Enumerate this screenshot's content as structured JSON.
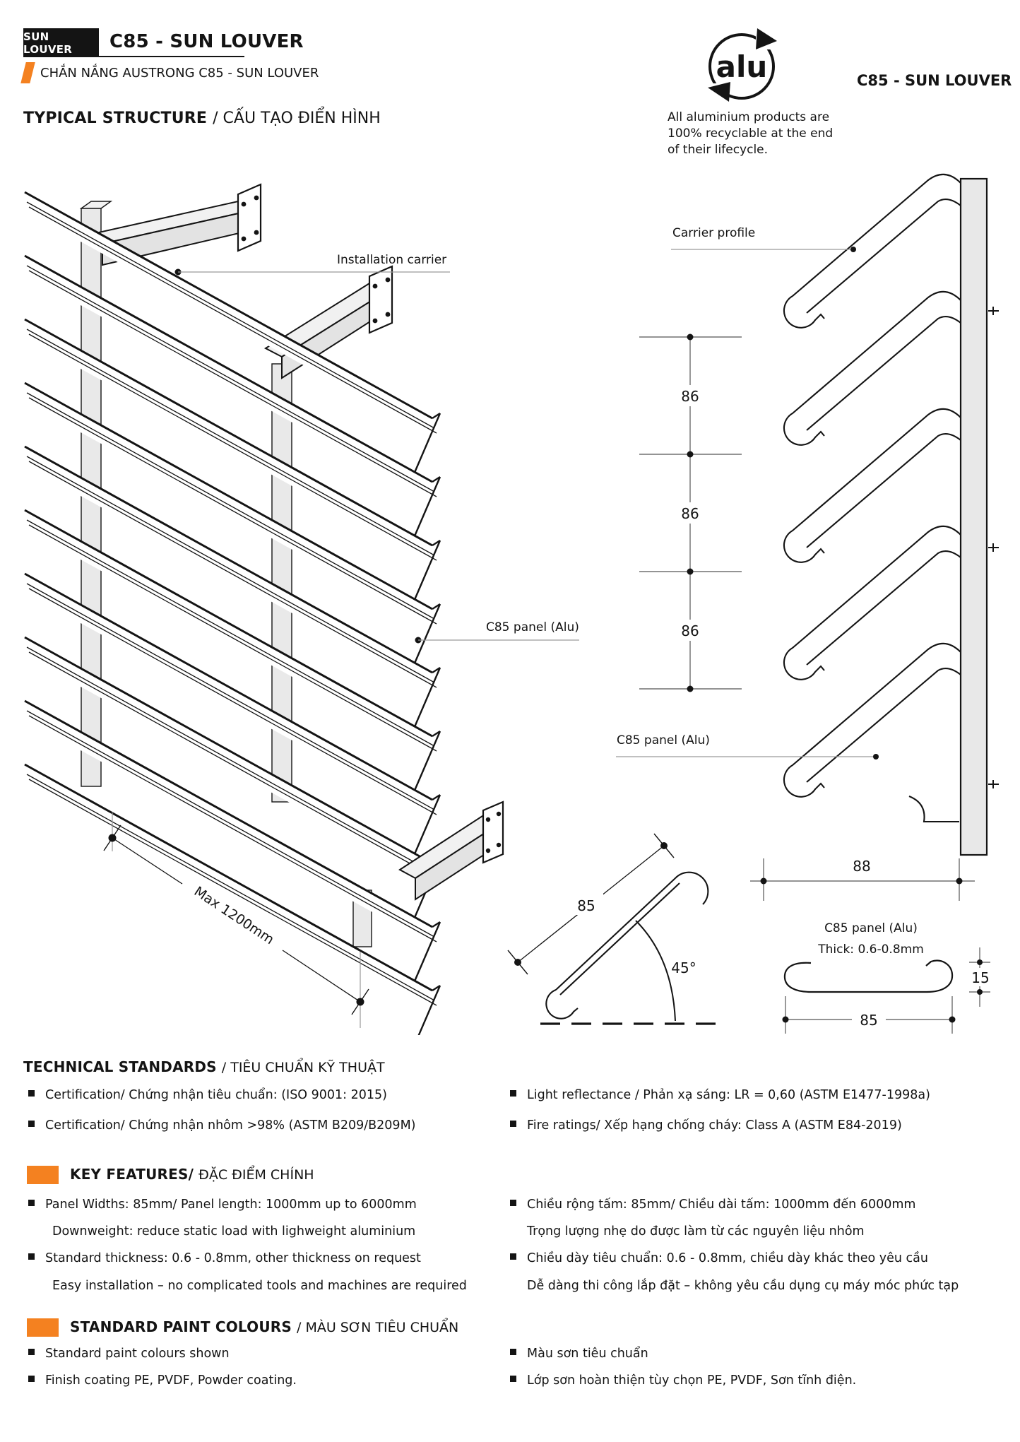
{
  "colors": {
    "accent_orange": "#F48120",
    "badge_bg": "#141414"
  },
  "header": {
    "badge": "SUN LOUVER",
    "title": "C85 - SUN LOUVER",
    "subtitle": "CHẮN NẮNG AUSTRONG C85 - SUN LOUVER",
    "section_en": "TYPICAL STRUCTURE",
    "section_vi": "/ CẤU TẠO ĐIỂN HÌNH"
  },
  "recycle": {
    "logo": "alu",
    "product": "C85 - SUN LOUVER",
    "line1": "All aluminium products are",
    "line2": "100% recyclable at the end",
    "line3": "of their lifecycle."
  },
  "drawing": {
    "installation_carrier": "Installation carrier",
    "c85_panel_left": "C85 panel (Alu)",
    "max_length": "Max 1200mm",
    "carrier_profile": "Carrier profile",
    "c85_panel_right": "C85 panel (Alu)",
    "caption_line1": "C85 panel (Alu)",
    "caption_line2": "Thick: 0.6-0.8mm",
    "dim_86_a": "86",
    "dim_86_b": "86",
    "dim_86_c": "86",
    "dim_88": "88",
    "dim_85_blade": "85",
    "dim_45": "45°",
    "dim_15": "15",
    "dim_85_panel": "85"
  },
  "technical": {
    "title_en": "TECHNICAL STANDARDS",
    "title_vi": "/ TIÊU CHUẨN KỸ THUẬT",
    "left": [
      "Certification/ Chứng nhận tiêu chuẩn: (ISO 9001: 2015)",
      "Certification/ Chứng nhận nhôm >98% (ASTM B209/B209M)"
    ],
    "right": [
      "Light reflectance / Phản xạ sáng: LR = 0,60 (ASTM E1477-1998a)",
      "Fire ratings/ Xếp hạng chống cháy: Class A (ASTM E84-2019)"
    ]
  },
  "features": {
    "title_en": "KEY FEATURES/",
    "title_vi": "ĐẶC ĐIỂM CHÍNH",
    "left": [
      "Panel Widths: 85mm/ Panel length: 1000mm up to 6000mm",
      "Downweight: reduce static load with lighweight aluminium",
      "Standard thickness: 0.6 - 0.8mm, other thickness on request",
      "Easy installation – no complicated tools and machines are required"
    ],
    "right": [
      "Chiều rộng tấm: 85mm/ Chiều dài tấm: 1000mm đến 6000mm",
      "Trọng lượng nhẹ do được làm từ các nguyên liệu nhôm",
      "Chiều dày tiêu chuẩn: 0.6 - 0.8mm, chiều dày khác theo yêu cầu",
      "Dễ dàng thi công lắp đặt – không yêu cầu dụng cụ máy móc phức tạp"
    ]
  },
  "paint": {
    "title_en": "STANDARD PAINT COLOURS",
    "title_vi": "/ MÀU SƠN TIÊU CHUẨN",
    "left": [
      "Standard paint colours shown",
      "Finish coating PE, PVDF, Powder coating."
    ],
    "right": [
      "Màu sơn tiêu chuẩn",
      "Lớp sơn hoàn thiện tùy chọn PE, PVDF, Sơn tĩnh điện."
    ]
  }
}
